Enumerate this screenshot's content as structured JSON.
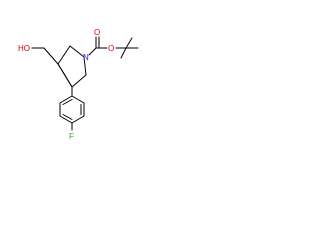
{
  "structure": {
    "atoms": {
      "hydroxyl": "HO",
      "nitrogen": "N",
      "carbonyl_oxygen": "O",
      "ester_oxygen": "O",
      "fluorine": "F"
    },
    "colors": {
      "bond": "#000000",
      "oxygen": "#e00000",
      "nitrogen": "#1a1ad8",
      "fluorine": "#2ab32a",
      "background": "#ffffff"
    }
  }
}
